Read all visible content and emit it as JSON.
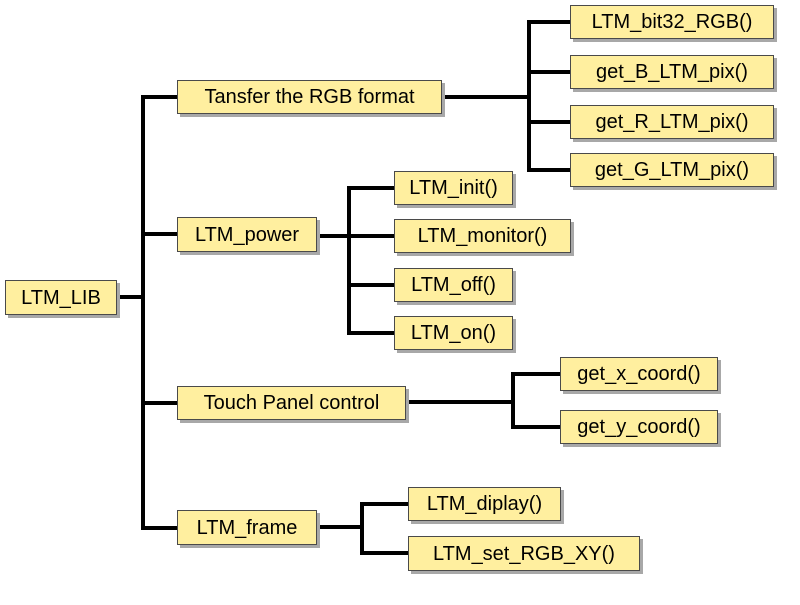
{
  "tree": {
    "root": {
      "label": "LTM_LIB"
    },
    "transfer": {
      "label": "Tansfer the RGB format",
      "children": [
        "LTM_bit32_RGB()",
        "get_B_LTM_pix()",
        "get_R_LTM_pix()",
        "get_G_LTM_pix()"
      ]
    },
    "power": {
      "label": "LTM_power",
      "children": [
        "LTM_init()",
        "LTM_monitor()",
        "LTM_off()",
        "LTM_on()"
      ]
    },
    "touch": {
      "label": "Touch Panel control",
      "children": [
        "get_x_coord()",
        "get_y_coord()"
      ]
    },
    "frame": {
      "label": "LTM_frame",
      "children": [
        "LTM_diplay()",
        "LTM_set_RGB_XY()"
      ]
    }
  },
  "colors": {
    "box_fill": "#ffef9f",
    "box_border": "#4a4a4a",
    "shadow": "#a8a8a8",
    "connector": "#000000"
  }
}
